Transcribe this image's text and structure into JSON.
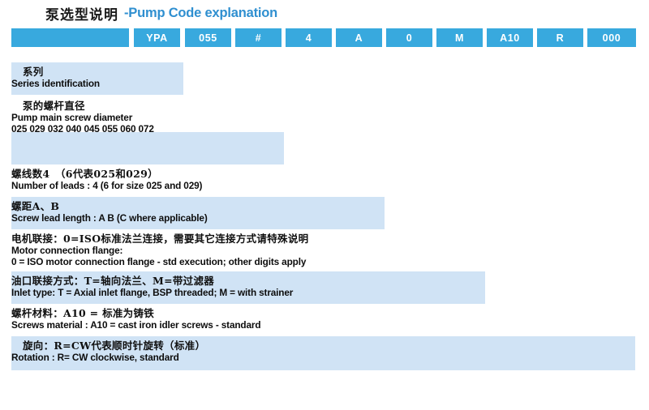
{
  "title": {
    "chinese": "泵选型说明",
    "english": "-Pump Code explanation",
    "accent_color": "#2f8fd0"
  },
  "colors": {
    "header_blue": "#38a9de",
    "band_light_blue": "#d0e3f5",
    "text_black": "#101010",
    "page_background": "#ffffff"
  },
  "code_cells": [
    {
      "label": "",
      "name": "code-cell-prefix-blank"
    },
    {
      "label": "YPA",
      "name": "code-cell-series"
    },
    {
      "label": "055",
      "name": "code-cell-screw-diameter"
    },
    {
      "label": "#",
      "name": "code-cell-hash"
    },
    {
      "label": "4",
      "name": "code-cell-leads"
    },
    {
      "label": "A",
      "name": "code-cell-lead-length"
    },
    {
      "label": "0",
      "name": "code-cell-motor-flange"
    },
    {
      "label": "M",
      "name": "code-cell-inlet-type"
    },
    {
      "label": "A10",
      "name": "code-cell-screw-material"
    },
    {
      "label": "R",
      "name": "code-cell-rotation"
    },
    {
      "label": "000",
      "name": "code-cell-suffix"
    }
  ],
  "rows": [
    {
      "name": "row-series-identification",
      "shaded": true,
      "cn": "系列",
      "cn_indent": true,
      "en": [
        "Series identification"
      ]
    },
    {
      "name": "row-screw-diameter",
      "shaded": false,
      "cn": "泵的螺杆直径",
      "cn_indent": true,
      "en": [
        "Pump main screw diameter",
        "025 029 032 040 045 055 060 072"
      ]
    },
    {
      "name": "row-hash-blank",
      "shaded": true,
      "cn": "",
      "cn_indent": false,
      "en": []
    },
    {
      "name": "row-number-of-leads",
      "shaded": false,
      "cn": "螺线数4　（6代表025和029）",
      "cn_indent": false,
      "en": [
        "Number of leads : 4 (6 for size 025 and 029)"
      ]
    },
    {
      "name": "row-screw-lead-length",
      "shaded": true,
      "cn": "螺距A、B",
      "cn_indent": false,
      "en": [
        "Screw lead length : A B (C where applicable)"
      ]
    },
    {
      "name": "row-motor-connection-flange",
      "shaded": false,
      "cn": "电机联接：0=ISO标准法兰连接，需要其它连接方式请特殊说明",
      "cn_indent": false,
      "en": [
        "Motor connection flange:",
        "0 = ISO motor connection flange - std execution; other digits apply"
      ]
    },
    {
      "name": "row-inlet-type",
      "shaded": true,
      "cn": "油口联接方式：T=轴向法兰、M=带过滤器",
      "cn_indent": false,
      "en": [
        "Inlet type: T = Axial inlet flange, BSP threaded; M = with strainer"
      ]
    },
    {
      "name": "row-screws-material",
      "shaded": false,
      "cn": "螺杆材料：A10 = 标准为铸铁",
      "cn_indent": false,
      "en": [
        "Screws material : A10 = cast iron idler screws  - standard"
      ]
    },
    {
      "name": "row-rotation",
      "shaded": true,
      "cn": "旋向：R=CW代表顺时针旋转（标准）",
      "cn_indent": true,
      "en": [
        "Rotation : R= CW clockwise, standard"
      ]
    }
  ]
}
